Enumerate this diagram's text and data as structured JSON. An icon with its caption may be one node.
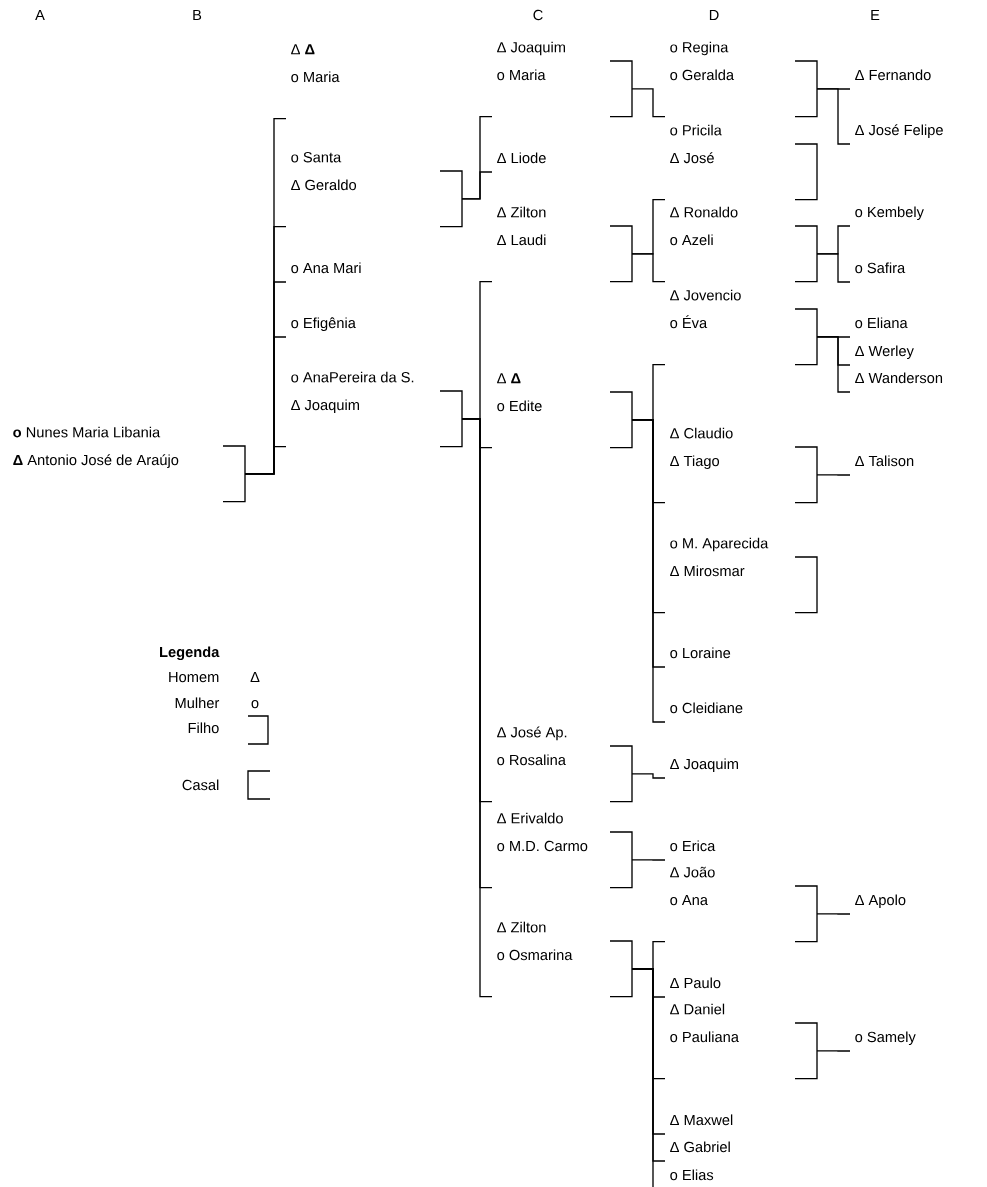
{
  "diagram": {
    "nodes": [
      {
        "text": [
          "**o** Nunes Maria Libania",
          "**Δ** Antonio José de Araújo"
        ]
      },
      {
        "text": [
          "Δ **Δ**",
          "o Maria"
        ]
      },
      {
        "text": [
          "o Santa",
          "Δ Geraldo"
        ]
      },
      {
        "text": [
          "o Ana Mari"
        ]
      },
      {
        "text": [
          "o Efigênia"
        ]
      },
      {
        "text": [
          "o AnaPereira da S.",
          "Δ Joaquim"
        ]
      },
      {
        "text": [
          "Δ Joaquim",
          "o Maria"
        ]
      },
      {
        "text": [
          "Δ Liode"
        ]
      },
      {
        "text": [
          "Δ Zilton",
          "Δ Laudi"
        ]
      },
      {
        "text": [
          "Δ **Δ**",
          "o Edite"
        ]
      },
      {
        "text": [
          "Δ José Ap.",
          "o Rosalina"
        ]
      },
      {
        "text": [
          "Δ Erivaldo",
          "o M.D. Carmo"
        ]
      },
      {
        "text": [
          "Δ Zilton",
          "o Osmarina"
        ]
      },
      {
        "text": [
          "o Regina",
          "o Geralda"
        ]
      },
      {
        "text": [
          "o Pricila",
          "Δ José"
        ]
      },
      {
        "text": [
          "Δ Ronaldo",
          "o Azeli"
        ]
      },
      {
        "text": [
          "Δ Jovencio",
          "o Éva"
        ]
      },
      {
        "text": [
          "Δ Claudio",
          "Δ Tiago"
        ]
      },
      {
        "text": [
          "o M. Aparecida",
          "Δ Mirosmar"
        ]
      },
      {
        "text": [
          "o Loraine"
        ]
      },
      {
        "text": [
          "o Cleidiane"
        ]
      },
      {
        "text": [
          "Δ Joaquim"
        ]
      },
      {
        "text": [
          "o Erica"
        ]
      },
      {
        "text": [
          "Δ João",
          "o Ana"
        ]
      },
      {
        "text": [
          "Δ Paulo"
        ]
      },
      {
        "text": [
          "Δ Daniel",
          "o Pauliana"
        ]
      },
      {
        "text": [
          "Δ Maxwel"
        ]
      },
      {
        "text": [
          "Δ Gabriel"
        ]
      },
      {
        "text": [
          "o Elias"
        ]
      },
      {
        "text": [
          "Δ Fernando"
        ]
      },
      {
        "text": [
          "Δ José Felipe"
        ]
      },
      {
        "text": [
          "o Kembely"
        ]
      },
      {
        "text": [
          "o Safira"
        ]
      },
      {
        "text": [
          "o Eliana"
        ]
      },
      {
        "text": [
          "Δ Werley"
        ]
      },
      {
        "text": [
          "Δ Wanderson"
        ]
      },
      {
        "text": [
          "Δ Talison"
        ]
      },
      {
        "text": [
          "Δ Apolo"
        ]
      },
      {
        "text": [
          "o Samely"
        ]
      }
    ],
    "edges": [
      {
        "from": 0,
        "to": 1,
        "arrow": "none"
      },
      {
        "from": 0,
        "to": 2,
        "arrow": "none"
      },
      {
        "from": 0,
        "to": 3,
        "arrow": "none"
      },
      {
        "from": 0,
        "to": 4,
        "arrow": "none"
      },
      {
        "from": 0,
        "to": 5,
        "arrow": "none"
      },
      {
        "from": 2,
        "to": 6,
        "arrow": "none"
      },
      {
        "from": 2,
        "to": 7,
        "arrow": "none"
      },
      {
        "from": 5,
        "to": 8,
        "arrow": "none"
      },
      {
        "from": 5,
        "to": 9,
        "arrow": "none"
      },
      {
        "from": 5,
        "to": 10,
        "arrow": "none"
      },
      {
        "from": 5,
        "to": 11,
        "arrow": "none"
      },
      {
        "from": 5,
        "to": 12,
        "arrow": "none"
      },
      {
        "from": 6,
        "to": 13,
        "arrow": "none"
      },
      {
        "from": 8,
        "to": 14,
        "arrow": "none"
      },
      {
        "from": 8,
        "to": 15,
        "arrow": "none"
      },
      {
        "from": 9,
        "to": 16,
        "arrow": "none"
      },
      {
        "from": 9,
        "to": 17,
        "arrow": "none"
      },
      {
        "from": 9,
        "to": 18,
        "arrow": "none"
      },
      {
        "from": 9,
        "to": 19,
        "arrow": "none"
      },
      {
        "from": 9,
        "to": 20,
        "arrow": "none"
      },
      {
        "from": 10,
        "to": 21,
        "arrow": "none"
      },
      {
        "from": 11,
        "to": 22,
        "arrow": "none"
      },
      {
        "from": 12,
        "to": 23,
        "arrow": "none"
      },
      {
        "from": 12,
        "to": 24,
        "arrow": "none"
      },
      {
        "from": 12,
        "to": 25,
        "arrow": "none"
      },
      {
        "from": 12,
        "to": 26,
        "arrow": "none"
      },
      {
        "from": 12,
        "to": 27,
        "arrow": "none"
      },
      {
        "from": 12,
        "to": 28,
        "arrow": "none"
      },
      {
        "from": 13,
        "to": 29,
        "arrow": "none"
      },
      {
        "from": 13,
        "to": 30,
        "arrow": "none"
      },
      {
        "from": 15,
        "to": 31,
        "arrow": "none"
      },
      {
        "from": 15,
        "to": 32,
        "arrow": "none"
      },
      {
        "from": 16,
        "to": 33,
        "arrow": "none"
      },
      {
        "from": 16,
        "to": 34,
        "arrow": "none"
      },
      {
        "from": 16,
        "to": 35,
        "arrow": "none"
      },
      {
        "from": 17,
        "to": 36,
        "arrow": "none"
      },
      {
        "from": 23,
        "to": 37,
        "arrow": "none"
      },
      {
        "from": 25,
        "to": 38,
        "arrow": "none"
      }
    ],
    "labels": [
      "A",
      "B",
      "C",
      "D",
      "E",
      "Legenda",
      "Δ",
      "o"
    ],
    "legend": [
      {
        "text": "Homem"
      },
      {
        "text": "Mulher"
      },
      {
        "text": "Filho"
      },
      {
        "text": "Casal"
      }
    ]
  }
}
